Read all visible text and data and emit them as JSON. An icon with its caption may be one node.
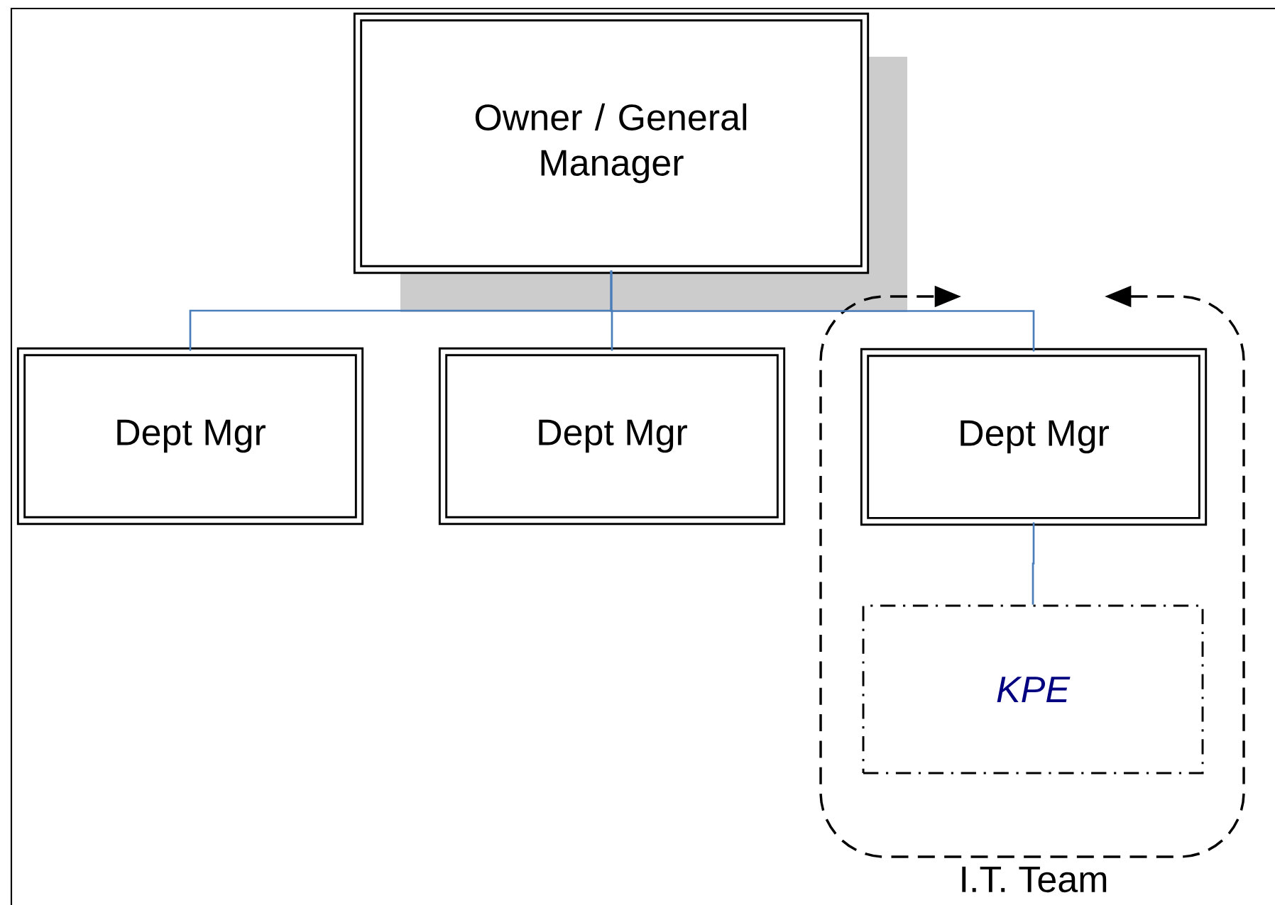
{
  "diagram": {
    "nodes": [
      {
        "text": [
          "Owner / General Manager"
        ]
      },
      {
        "text": [
          "Dept Mgr"
        ]
      },
      {
        "text": [
          "Dept Mgr"
        ]
      },
      {
        "text": [
          "I.T. Team"
        ]
      },
      {
        "text": [
          "Dept Mgr"
        ],
        "in": 3
      },
      {
        "text": [
          "KPE"
        ],
        "in": 3
      }
    ],
    "edges": [
      {
        "from": 0,
        "to": 1,
        "arrow": "none"
      },
      {
        "from": 0,
        "to": 2,
        "arrow": "none"
      },
      {
        "from": 0,
        "to": 4,
        "arrow": "none"
      },
      {
        "from": 4,
        "to": 5,
        "arrow": "none"
      }
    ]
  }
}
